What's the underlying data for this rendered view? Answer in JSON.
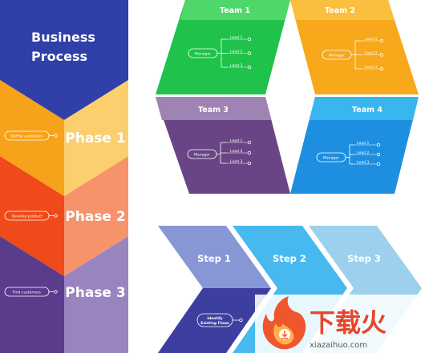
{
  "business": {
    "title_line1": "Business",
    "title_line2": "Process",
    "phases": [
      {
        "label": "Phase 1",
        "note": "Define a problem"
      },
      {
        "label": "Phase 2",
        "note": "Develop product"
      },
      {
        "label": "Phase 3",
        "note": "Find customers"
      }
    ]
  },
  "teams": [
    {
      "title": "Team 1",
      "manager": "Manager",
      "leads": [
        "Lead 1",
        "Lead 2",
        "Lead 3"
      ]
    },
    {
      "title": "Team 2",
      "manager": "Manager",
      "leads": [
        "Lead 1",
        "Lead 2",
        "Lead 3"
      ]
    },
    {
      "title": "Team 3",
      "manager": "Manager",
      "leads": [
        "Lead 1",
        "Lead 2",
        "Lead 3"
      ]
    },
    {
      "title": "Team 4",
      "manager": "Manager",
      "leads": [
        "Lead 1",
        "Lead 2",
        "Lead 3"
      ]
    }
  ],
  "steps": [
    {
      "title": "Step 1",
      "note_line1": "Identify",
      "note_line2": "Existing Flows"
    },
    {
      "title": "Step 2"
    },
    {
      "title": "Step 3"
    }
  ],
  "watermark": {
    "brand": "下载火",
    "url": "xiazaihuo.com"
  },
  "colors": {
    "navy": "#3040a8",
    "phase1_a": "#f7a21b",
    "phase1_b": "#fbcf6e",
    "phase2_a": "#f04a1a",
    "phase2_b": "#f7936b",
    "phase3_a": "#5a3c8c",
    "phase3_b": "#9a84c0",
    "team1": "#1fc24a",
    "team1_head": "#4ed86a",
    "team2": "#f7a81b",
    "team2_head": "#fbbf3f",
    "team3": "#6a4585",
    "team3_head": "#9f83b4",
    "team4": "#1e8fe0",
    "team4_head": "#39b6ee",
    "step1": "#8797d6",
    "step2": "#47b9ee",
    "step3": "#9dd0ec"
  }
}
